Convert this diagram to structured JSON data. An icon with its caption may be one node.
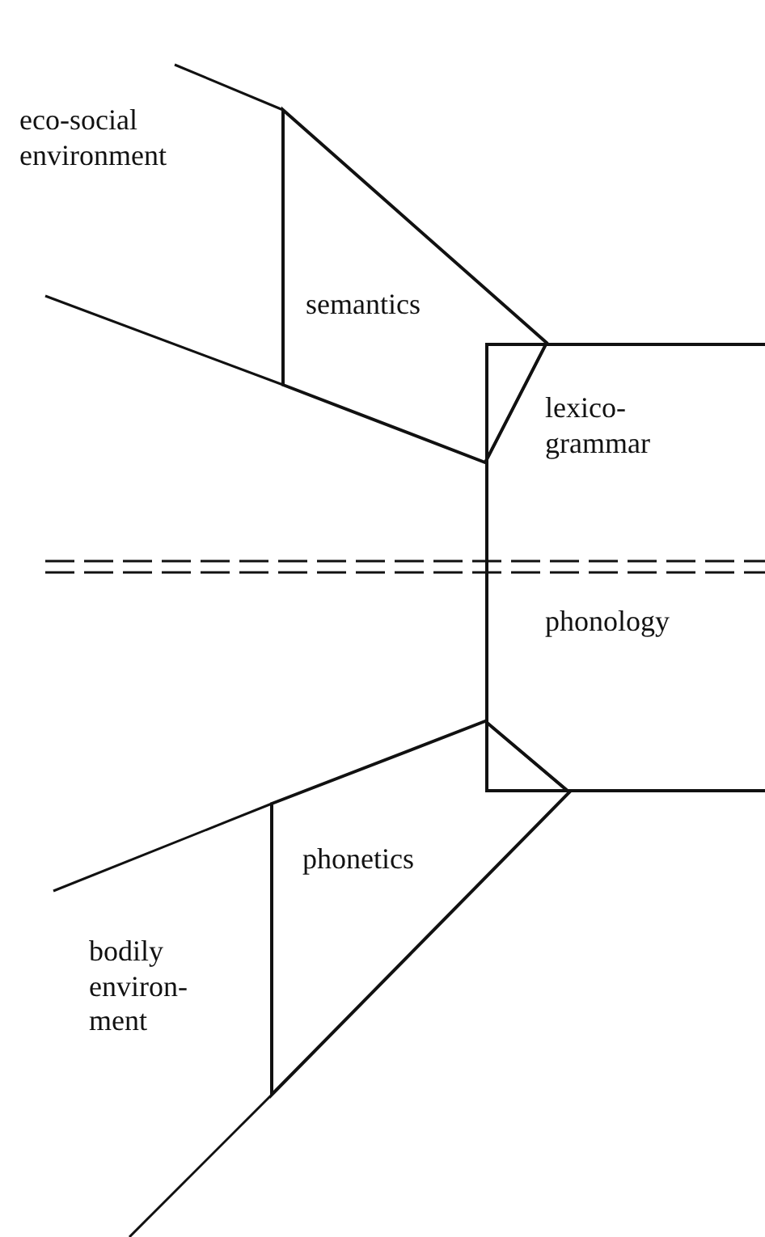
{
  "diagram": {
    "nodes": [
      {
        "text": [
          "semantics"
        ]
      },
      {
        "text": [
          "lexico-grammar"
        ]
      },
      {
        "text": [
          "phonology"
        ]
      },
      {
        "text": [
          "phonetics"
        ]
      }
    ],
    "labels": [
      "eco-social environment",
      "bodily environ-ment"
    ]
  }
}
